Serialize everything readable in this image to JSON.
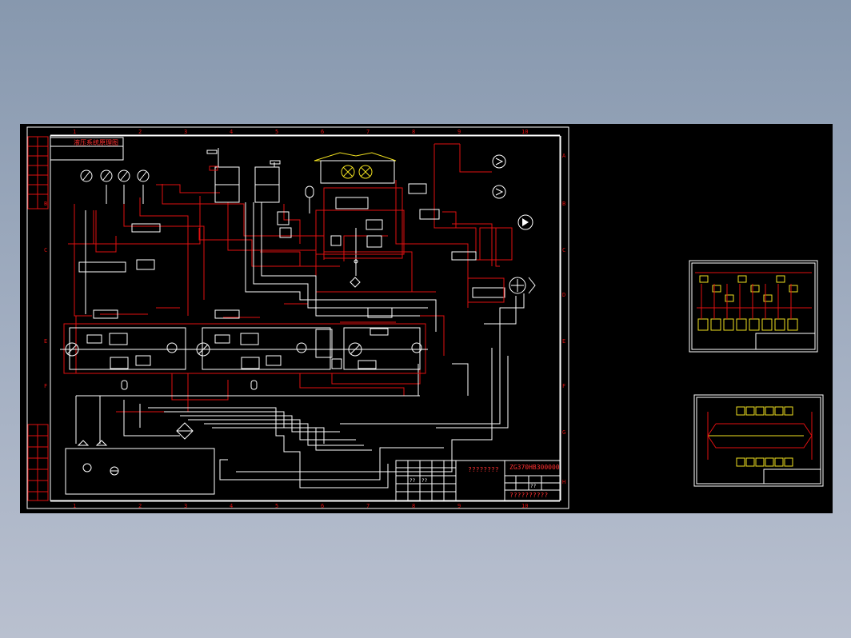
{
  "drawing": {
    "title_tag": "液压系统原理图",
    "drawing_name": "????????",
    "drawing_number": "ZG370HB300000",
    "drawing_note": "??????????",
    "title_cells": [
      "??",
      "??",
      "??",
      "??",
      "??"
    ]
  },
  "frame": {
    "columns": [
      "1",
      "2",
      "3",
      "4",
      "5",
      "6",
      "7",
      "8",
      "9",
      "10"
    ],
    "rows": [
      "A",
      "B",
      "C",
      "D",
      "E",
      "F",
      "G",
      "H"
    ]
  },
  "thumbnails": [
    {
      "label": "sheet-thumbnail-1"
    },
    {
      "label": "sheet-thumbnail-2"
    }
  ],
  "colors": {
    "background": "#000000",
    "frame": "#ffffff",
    "hydraulic_lines": "#e01010",
    "annotations": "#f0e020",
    "desktop": "#8798ae"
  },
  "icons": [
    "pressure-gauge-icon",
    "hydraulic-pump-icon",
    "hydraulic-motor-icon",
    "directional-valve-icon",
    "cylinder-icon",
    "tank-icon",
    "filter-icon",
    "accumulator-icon"
  ]
}
